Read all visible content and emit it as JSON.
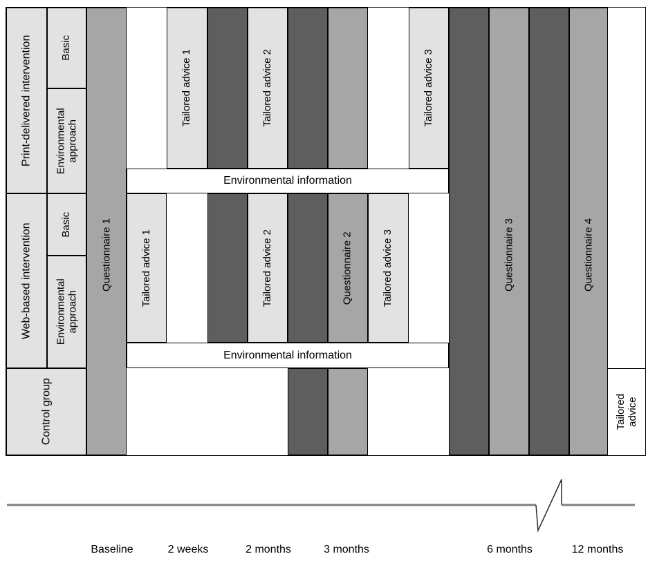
{
  "colors": {
    "light_gray": "#e2e2e2",
    "medium_gray": "#a6a6a6",
    "dark_gray": "#5e5e5e",
    "axis_line_gray": "#7f7f7f",
    "border_black": "#000000",
    "background": "#ffffff"
  },
  "groups": {
    "print": {
      "label": "Print-delivered intervention",
      "basic": "Basic",
      "environmental": "Environmental approach"
    },
    "web": {
      "label": "Web-based intervention",
      "basic": "Basic",
      "environmental": "Environmental approach"
    },
    "control": {
      "label": "Control group"
    }
  },
  "bars": {
    "questionnaire1": "Questionnaire 1",
    "questionnaire2": "Questionnaire 2",
    "questionnaire3": "Questionnaire 3",
    "questionnaire4": "Questionnaire 4",
    "tailored1": "Tailored advice 1",
    "tailored2": "Tailored advice 2",
    "tailored3": "Tailored advice 3",
    "tailored_control": "Tailored advice",
    "env_info": "Environmental information"
  },
  "timeline": {
    "labels": [
      "Baseline",
      "2 weeks",
      "2 months",
      "3 months",
      "6 months",
      "12 months"
    ]
  }
}
